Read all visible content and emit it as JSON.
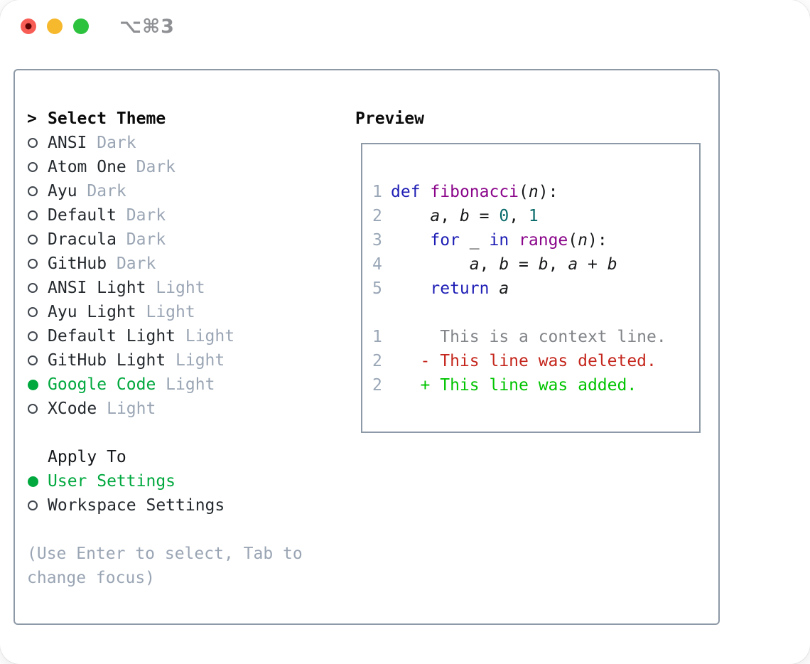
{
  "window": {
    "title": "⌥⌘3",
    "traffic_lights": [
      "close",
      "minimize",
      "zoom"
    ]
  },
  "colors": {
    "accent-green": "#00a83e",
    "border-gray": "#8d99a6",
    "muted-gray": "#9aa5b4",
    "linenum-gray": "#99a6b6",
    "light-red": "#f85d55",
    "light-yellow": "#f6b82d",
    "light-green": "#2cc23e",
    "syn-keyword": "#1d1db5",
    "syn-func": "#8a058a",
    "syn-number": "#086a6a",
    "diff-ctx": "#818488",
    "diff-del": "#c4261c",
    "diff-add": "#00c400"
  },
  "theme_panel": {
    "header": {
      "prompt": ">",
      "label": "Select Theme"
    },
    "themes": [
      {
        "name": "ANSI",
        "variant": "Dark",
        "selected": false
      },
      {
        "name": "Atom One",
        "variant": "Dark",
        "selected": false
      },
      {
        "name": "Ayu",
        "variant": "Dark",
        "selected": false
      },
      {
        "name": "Default",
        "variant": "Dark",
        "selected": false
      },
      {
        "name": "Dracula",
        "variant": "Dark",
        "selected": false
      },
      {
        "name": "GitHub",
        "variant": "Dark",
        "selected": false
      },
      {
        "name": "ANSI Light",
        "variant": "Light",
        "selected": false
      },
      {
        "name": "Ayu Light",
        "variant": "Light",
        "selected": false
      },
      {
        "name": "Default Light",
        "variant": "Light",
        "selected": false
      },
      {
        "name": "GitHub Light",
        "variant": "Light",
        "selected": false
      },
      {
        "name": "Google Code",
        "variant": "Light",
        "selected": true
      },
      {
        "name": "XCode",
        "variant": "Light",
        "selected": false
      }
    ],
    "apply_to": {
      "label": "Apply To",
      "options": [
        {
          "label": "User Settings",
          "selected": true
        },
        {
          "label": "Workspace Settings",
          "selected": false
        }
      ]
    },
    "hint": "(Use Enter to select, Tab to change focus)"
  },
  "preview": {
    "label": "Preview",
    "code_lines": [
      {
        "num": "1",
        "tokens": [
          [
            "kw",
            "def"
          ],
          [
            "pl",
            " "
          ],
          [
            "fn",
            "fibonacci"
          ],
          [
            "pl",
            "("
          ],
          [
            "va",
            "n"
          ],
          [
            "pl",
            "):"
          ]
        ]
      },
      {
        "num": "2",
        "tokens": [
          [
            "pl",
            "    "
          ],
          [
            "va",
            "a"
          ],
          [
            "pl",
            ", "
          ],
          [
            "va",
            "b"
          ],
          [
            "pl",
            " = "
          ],
          [
            "nu",
            "0"
          ],
          [
            "pl",
            ", "
          ],
          [
            "nu",
            "1"
          ]
        ]
      },
      {
        "num": "3",
        "tokens": [
          [
            "pl",
            "    "
          ],
          [
            "kw",
            "for"
          ],
          [
            "pl",
            " _ "
          ],
          [
            "kw",
            "in"
          ],
          [
            "pl",
            " "
          ],
          [
            "fn",
            "range"
          ],
          [
            "pl",
            "("
          ],
          [
            "va",
            "n"
          ],
          [
            "pl",
            "):"
          ]
        ]
      },
      {
        "num": "4",
        "tokens": [
          [
            "pl",
            "        "
          ],
          [
            "va",
            "a"
          ],
          [
            "pl",
            ", "
          ],
          [
            "va",
            "b"
          ],
          [
            "pl",
            " = "
          ],
          [
            "va",
            "b"
          ],
          [
            "pl",
            ", "
          ],
          [
            "va",
            "a"
          ],
          [
            "pl",
            " + "
          ],
          [
            "va",
            "b"
          ]
        ]
      },
      {
        "num": "5",
        "tokens": [
          [
            "pl",
            "    "
          ],
          [
            "kw",
            "return"
          ],
          [
            "pl",
            " "
          ],
          [
            "va",
            "a"
          ]
        ]
      }
    ],
    "diff_lines": [
      {
        "num": "1",
        "kind": "ctx",
        "text": "     This is a context line."
      },
      {
        "num": "2",
        "kind": "del",
        "text": "   - This line was deleted."
      },
      {
        "num": "2",
        "kind": "add",
        "text": "   + This line was added."
      }
    ]
  }
}
